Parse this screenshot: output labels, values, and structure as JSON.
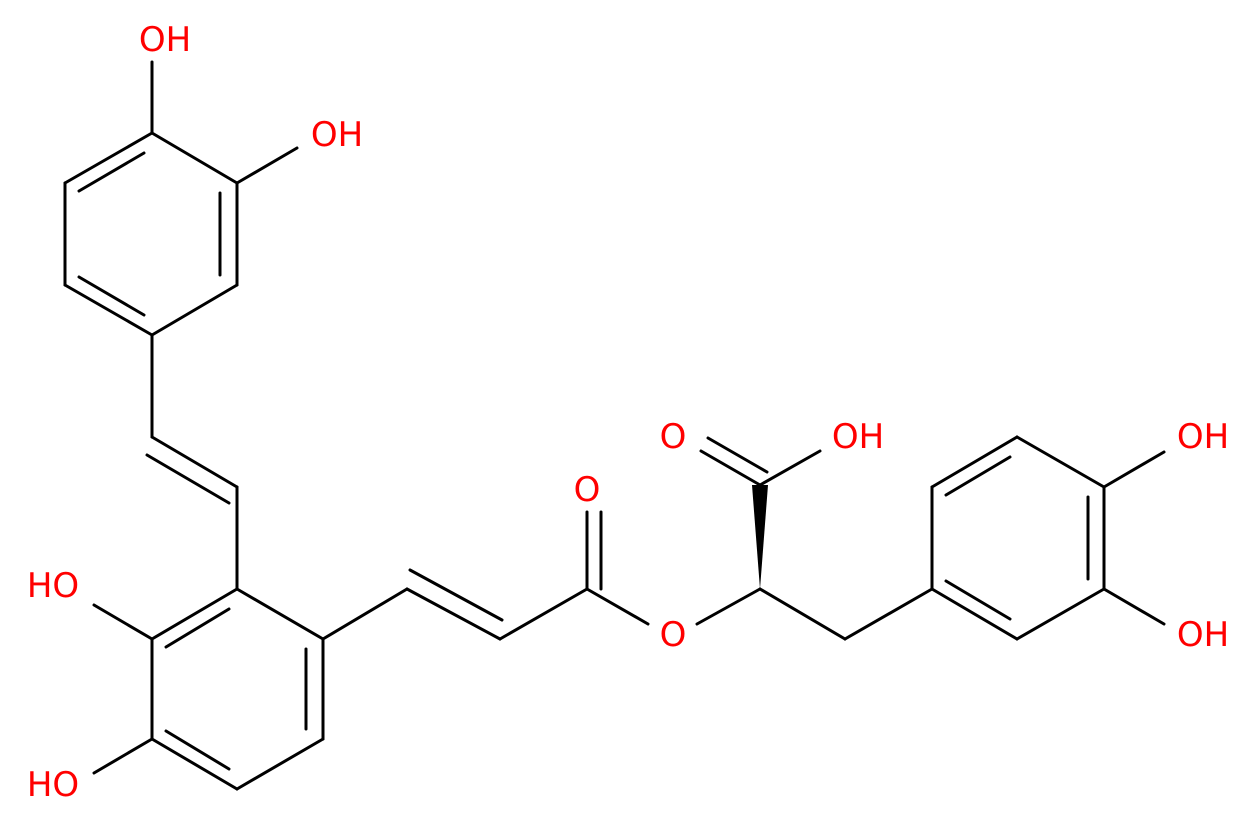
{
  "colors": {
    "bond": "#000000",
    "oxygen": "#ff0000",
    "background": "#ffffff"
  },
  "labels": {
    "oh_top_1": "OH",
    "oh_top_2": "OH",
    "ho_left_upper": "HO",
    "ho_left_lower": "HO",
    "o_ester_carbonyl": "O",
    "o_ester_link": "O",
    "o_acid_carbonyl": "O",
    "oh_acid": "OH",
    "oh_right_upper": "OH",
    "oh_right_lower": "OH"
  }
}
